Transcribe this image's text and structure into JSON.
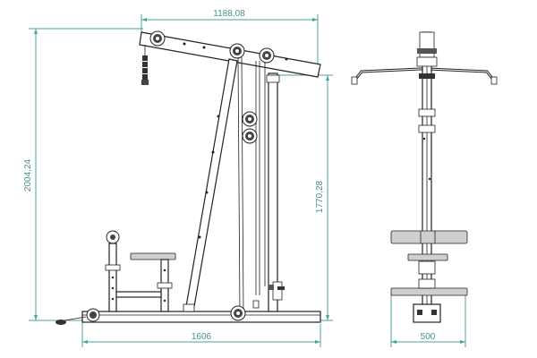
{
  "dimensions": {
    "top_width": "1188,08",
    "total_height": "2004,24",
    "column_height": "1770,28",
    "base_length": "1606",
    "side_width": "500"
  },
  "colors": {
    "dimension": "#4aa39b",
    "outline": "#222222"
  }
}
